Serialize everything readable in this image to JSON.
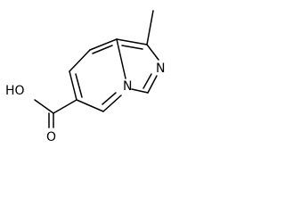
{
  "molecule": {
    "atoms": {
      "hydroxyl": "HO",
      "carbonyl_oxygen": "O",
      "bridgehead_nitrogen": "N",
      "imidazole_nitrogen": "N"
    }
  },
  "colors": {
    "bond": "#000000",
    "label": "#000000",
    "background": "#ffffff"
  }
}
